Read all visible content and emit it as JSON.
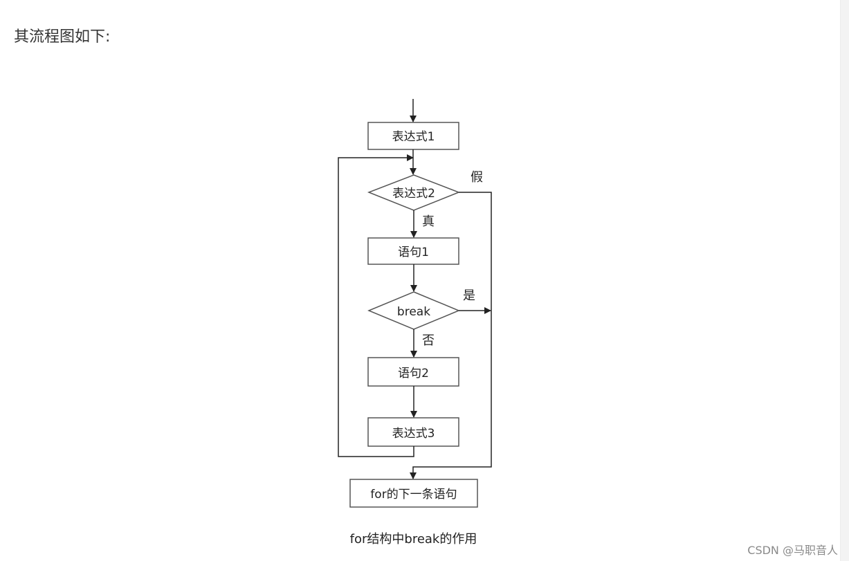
{
  "intro_text": "其流程图如下:",
  "flowchart": {
    "nodes": {
      "expr1": "表达式1",
      "expr2": "表达式2",
      "stmt1": "语句1",
      "break": "break",
      "stmt2": "语句2",
      "expr3": "表达式3",
      "next": "for的下一条语句"
    },
    "edge_labels": {
      "false": "假",
      "true": "真",
      "yes": "是",
      "no": "否"
    },
    "colors": {
      "stroke": "#555555",
      "arrow": "#222222",
      "text": "#222222"
    }
  },
  "caption": "for结构中break的作用",
  "watermark": "CSDN @马职音人"
}
